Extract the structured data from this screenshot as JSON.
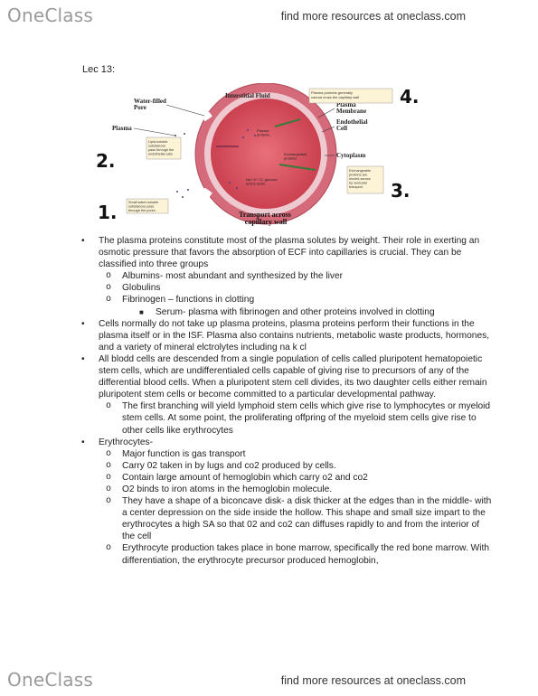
{
  "header": {
    "logo": "OneClass",
    "link": "find more resources at oneclass.com"
  },
  "footer": {
    "logo": "OneClass",
    "link": "find more resources at oneclass.com"
  },
  "lecture_title": "Lec 13:",
  "figure": {
    "caption_line1": "Transport across",
    "caption_line2": "capillary wall",
    "labels": {
      "interstitial_fluid": "Interstitial Fluid",
      "water_filled_pore_1": "Water-filled",
      "water_filled_pore_2": "Pore",
      "plasma": "Plasma",
      "plasma_membrane_1": "Plasma",
      "plasma_membrane_2": "Membrane",
      "endothelial_cell_1": "Endothelial",
      "endothelial_cell_2": "Cell",
      "cytoplasm": "Cytoplasm",
      "num1": "1.",
      "num2": "2.",
      "num3": "3.",
      "num4": "4.",
      "box4": [
        "Plasma proteins generally",
        "cannot cross the capillary wall"
      ],
      "box2": [
        "Lipid-soluble",
        "substances",
        "pass through the",
        "endothelial cells"
      ],
      "box1": [
        "Small water-soluble",
        "substances pass",
        "through the pores"
      ],
      "box3": [
        "Exchangeable",
        "proteins are",
        "moved across",
        "by vesicular",
        "transport"
      ],
      "center1": [
        "Plasma",
        "proteins"
      ],
      "center2": [
        "Exchangeable",
        "proteins"
      ],
      "center3": [
        "Na+ K+ Cl- glucose",
        "amino acids"
      ]
    }
  },
  "content": {
    "b1": "The plasma proteins constitute most of the plasma solutes by weight. Their role in exerting an osmotic pressure that favors the absorption of ECF into capillaries is crucial. They can be classified into three groups",
    "b1_sub": [
      "Albumins- most abundant and synthesized by the liver",
      "Globulins",
      "Fibrinogen – functions in clotting"
    ],
    "b1_subsub": "Serum- plasma with fibrinogen and other proteins involved in clotting",
    "b2": "Cells normally do not take up plasma proteins, plasma proteins perform their functions in the plasma itself or in the ISF. Plasma also contains nutrients, metabolic waste products, hormones, and a variety of mineral elctrolytes including na k cl",
    "b3": "All blodd cells are descended from a single population of cells called pluripotent hematopoietic stem cells, which are undifferentialed cells capable of giving rise to precursors of any of the differential blood cells. When a pluripotent stem cell divides, its two daughter cells either remain pluripotent stem cells or become committed to a particular developmental pathway.",
    "b3_sub": "The first branching will yield lymphoid stem cells which give rise to lymphocytes or myeloid stem cells. At some point, the proliferating offpring of the myeloid stem cells give rise to other cells like erythrocytes",
    "b4": "Erythrocytes-",
    "b4_sub": [
      "Major function is gas transport",
      "Carry 02 taken in by lugs and co2 produced by cells.",
      "Contain large amount of hemoglobin which carry o2 and co2",
      "O2 binds to iron atoms in the hemoglobin molecule.",
      "They have a shape of a biconcave disk- a disk thicker at the edges than in the middle- with a center depression on the side inside the hollow. This shape and small size impart to the erythrocytes a high SA so that 02 and co2 can diffuses rapidly to and from the interior of the cell",
      "Erythrocyte production takes place in bone marrow, specifically the red bone marrow. With differentiation, the erythrocyte precursor produced hemoglobin,"
    ]
  },
  "bullets": {
    "level1": "•",
    "level2": "o",
    "level3": "■"
  }
}
